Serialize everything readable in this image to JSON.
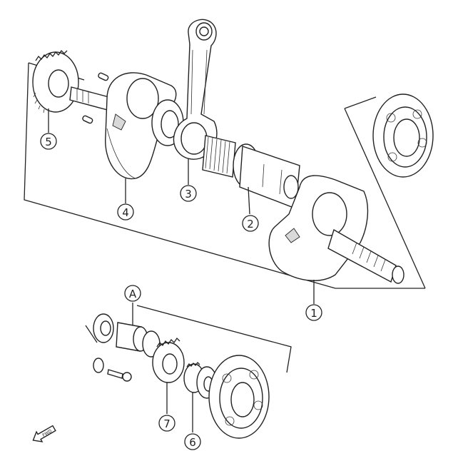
{
  "diagram": {
    "callouts": [
      {
        "id": "1",
        "label": "1"
      },
      {
        "id": "2",
        "label": "2"
      },
      {
        "id": "3",
        "label": "3"
      },
      {
        "id": "4",
        "label": "4"
      },
      {
        "id": "5",
        "label": "5"
      },
      {
        "id": "6",
        "label": "6"
      },
      {
        "id": "7",
        "label": "7"
      },
      {
        "id": "A",
        "label": "A"
      }
    ],
    "fwd_label": "FWD"
  },
  "colors": {
    "line": "#222222",
    "background": "#ffffff",
    "shade": "#d9d9d9"
  }
}
